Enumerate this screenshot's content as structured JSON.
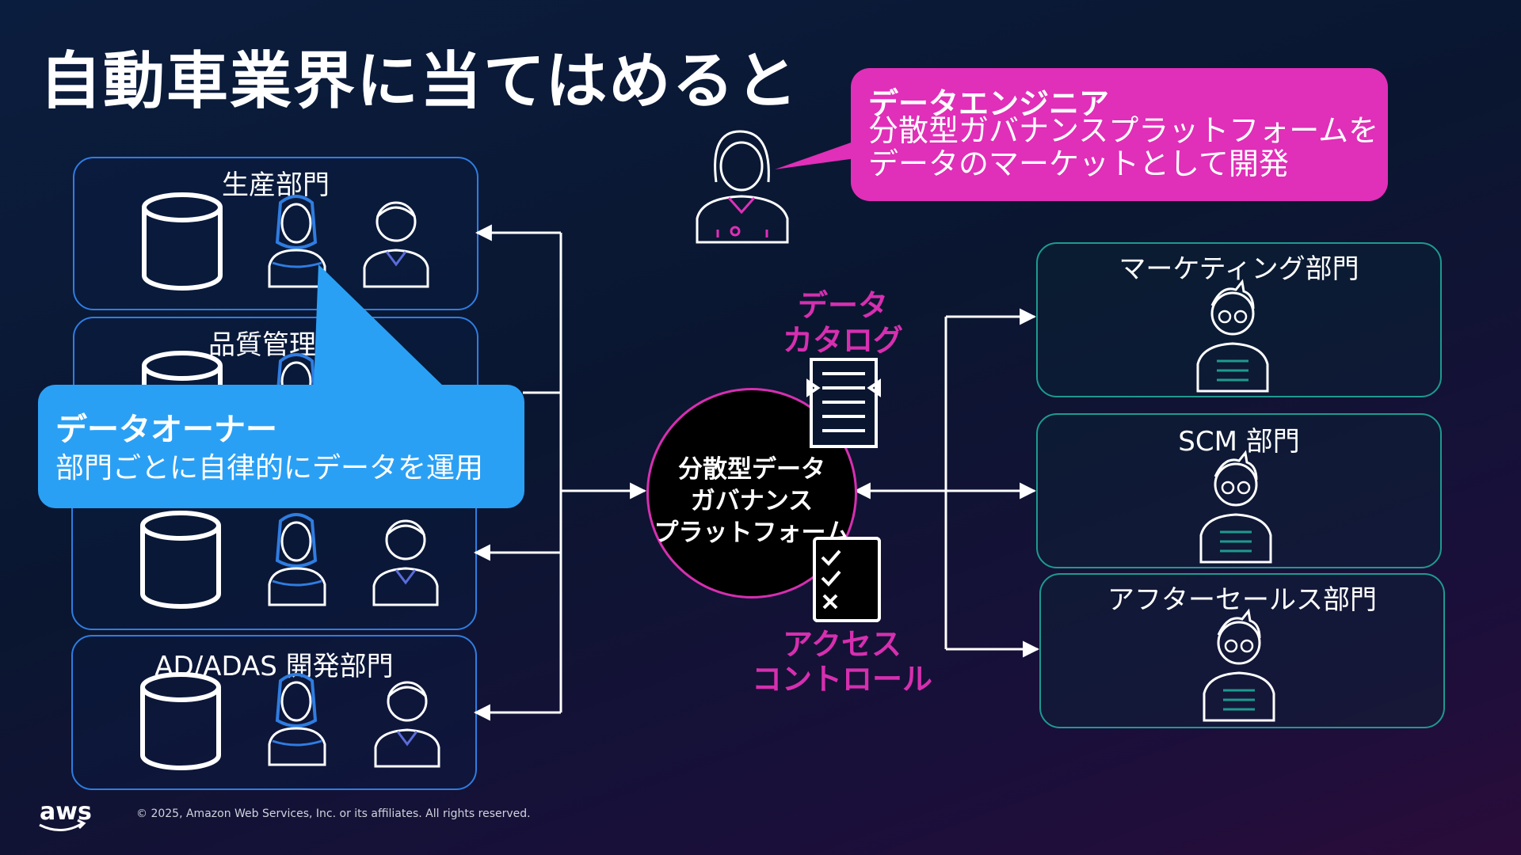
{
  "slide": {
    "title": "自動車業界に当てはめると"
  },
  "left_departments": [
    {
      "label": "生産部門"
    },
    {
      "label": "品質管理部"
    },
    {
      "label": ""
    },
    {
      "label": "AD/ADAS 開発部門"
    }
  ],
  "right_departments": [
    {
      "label": "マーケティング部門"
    },
    {
      "label": "SCM 部門"
    },
    {
      "label": "アフターセールス部門"
    }
  ],
  "owner_callout": {
    "heading": "データオーナー",
    "body": "部門ごとに自律的にデータを運用",
    "color": "#2aa0f5"
  },
  "engineer_callout": {
    "heading": "データエンジニア",
    "body_line1": "分散型ガバナンスプラットフォームを",
    "body_line2": "データのマーケットとして開発",
    "color": "#e02fb8"
  },
  "hub": {
    "line1": "分散型データ",
    "line2": "ガバナンス",
    "line3": "プラットフォーム"
  },
  "catalog_label": {
    "line1": "データ",
    "line2": "カタログ"
  },
  "access_label": {
    "line1": "アクセス",
    "line2": "コントロール"
  },
  "footer": {
    "copyright": "© 2025, Amazon Web Services, Inc. or its affiliates. All rights reserved.",
    "logo": "aws"
  },
  "icons": {
    "database": "database-icon",
    "owner": "data-owner-person-icon",
    "user": "person-icon",
    "engineer": "data-engineer-icon",
    "consumer": "glasses-person-icon",
    "catalog": "document-catalog-icon",
    "checklist": "checklist-icon"
  },
  "colors": {
    "accent_pink": "#d62fb0",
    "accent_blue": "#2f7de1",
    "accent_teal": "#1e9a8f"
  }
}
